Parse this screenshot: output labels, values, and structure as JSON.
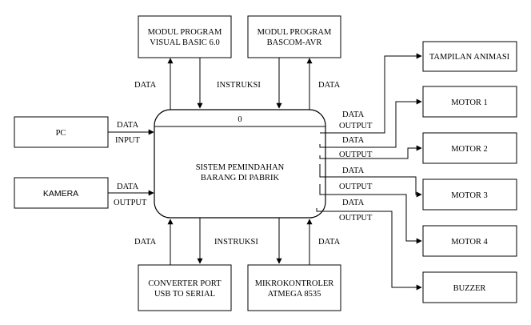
{
  "diagram": {
    "process": {
      "number": "0",
      "title_line1": "SISTEM PEMINDAHAN",
      "title_line2": "BARANG DI PABRIK"
    },
    "entities": {
      "vb": {
        "line1": "MODUL PROGRAM",
        "line2": "VISUAL BASIC 6.0"
      },
      "bascom": {
        "line1": "MODUL PROGRAM",
        "line2": "BASCOM-AVR"
      },
      "pc": {
        "line1": "PC"
      },
      "kamera": {
        "line1": "KAMERA"
      },
      "converter": {
        "line1": "CONVERTER PORT",
        "line2": "USB TO SERIAL"
      },
      "mikro": {
        "line1": "MIKROKONTROLER",
        "line2": "ATMEGA 8535"
      },
      "tampilan": {
        "line1": "TAMPILAN ANIMASI"
      },
      "motor1": {
        "line1": "MOTOR 1"
      },
      "motor2": {
        "line1": "MOTOR 2"
      },
      "motor3": {
        "line1": "MOTOR 3"
      },
      "motor4": {
        "line1": "MOTOR 4"
      },
      "buzzer": {
        "line1": "BUZZER"
      }
    },
    "flow_labels": {
      "vb_data": "DATA",
      "vb_instruksi": "INSTRUKSI",
      "bascom_data": "DATA",
      "pc_data": "DATA",
      "pc_input": "INPUT",
      "kamera_data": "DATA",
      "kamera_output": "OUTPUT",
      "conv_data": "DATA",
      "conv_instruksi": "INSTRUKSI",
      "mikro_data": "DATA",
      "out1_data": "DATA",
      "out1_output": "OUTPUT",
      "out2_data": "DATA",
      "out2_output": "OUTPUT",
      "out3_data": "DATA",
      "out3_output": "OUTPUT",
      "out4_data": "DATA",
      "out4_output": "OUTPUT"
    }
  }
}
